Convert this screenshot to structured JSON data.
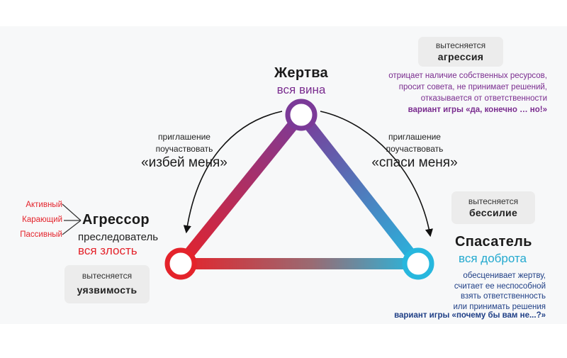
{
  "colors": {
    "victim": "#7b3a98",
    "aggressor": "#e4232b",
    "rescuer": "#27b7de"
  },
  "victim": {
    "title": "Жертва",
    "subtitle": "вся вина",
    "suppressed_label": "вытесняется",
    "suppressed_value": "агрессия",
    "description": [
      "отрицает наличие собственных ресурсов,",
      "просит совета, не принимает решений,",
      "отказывается от ответственности"
    ],
    "game": "вариант игры «да, конечно … но!»"
  },
  "aggressor": {
    "title": "Агрессор",
    "subtitle": "преследователь",
    "accent": "вся злость",
    "types": [
      "Активный",
      "Карающий",
      "Пассивный"
    ],
    "suppressed_label": "вытесняется",
    "suppressed_value": "уязвимость"
  },
  "rescuer": {
    "title": "Спасатель",
    "subtitle": "вся доброта",
    "suppressed_label": "вытесняется",
    "suppressed_value": "бессилие",
    "description": [
      "обесценивает жертву,",
      "считает ее неспособной",
      "взять ответственность",
      "или принимать решения"
    ],
    "game": "вариант игры «почему бы вам не...?»"
  },
  "left_invitation": {
    "line1": "приглашение",
    "line2": "поучаствовать",
    "quote": "«избей меня»"
  },
  "right_invitation": {
    "line1": "приглашение",
    "line2": "поучаствовать",
    "quote": "«спаси меня»"
  }
}
